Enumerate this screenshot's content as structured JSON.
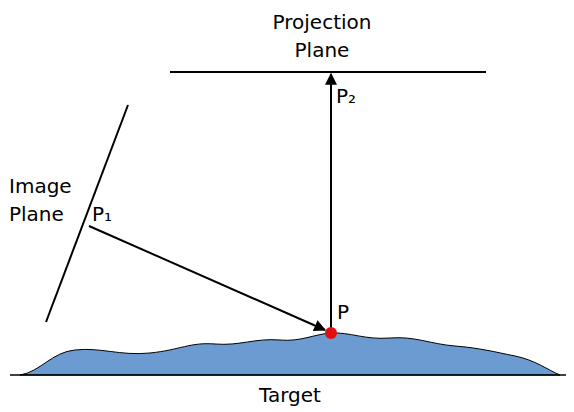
{
  "diagram": {
    "labels": [
      "Projection Plane",
      "P₂",
      "Image Plane",
      "P₁",
      "P",
      "Target"
    ]
  }
}
